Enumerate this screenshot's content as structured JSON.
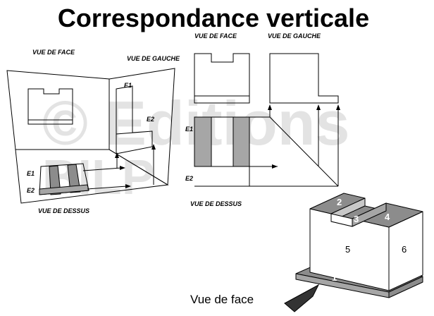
{
  "title": "Correspondance verticale",
  "watermark": {
    "line1": "© Editions",
    "line2": "BILP"
  },
  "box_3d": {
    "label_front": "VUE DE FACE",
    "label_left": "VUE DE GAUCHE",
    "label_top": "VUE DE DESSUS",
    "e1": "E1",
    "e2": "E2"
  },
  "views_2d": {
    "label_front": "VUE DE FACE",
    "label_left": "VUE DE GAUCHE",
    "label_top": "VUE DE DESSUS",
    "e1": "E1",
    "e2": "E2"
  },
  "object": {
    "faces": [
      "1",
      "2",
      "3",
      "4",
      "5",
      "6"
    ],
    "caption": "Vue de face"
  },
  "colors": {
    "stroke": "#000000",
    "gray_dark": "#8c8c8c",
    "gray_mid": "#a6a6a6",
    "gray_light": "#c8c8c8"
  }
}
